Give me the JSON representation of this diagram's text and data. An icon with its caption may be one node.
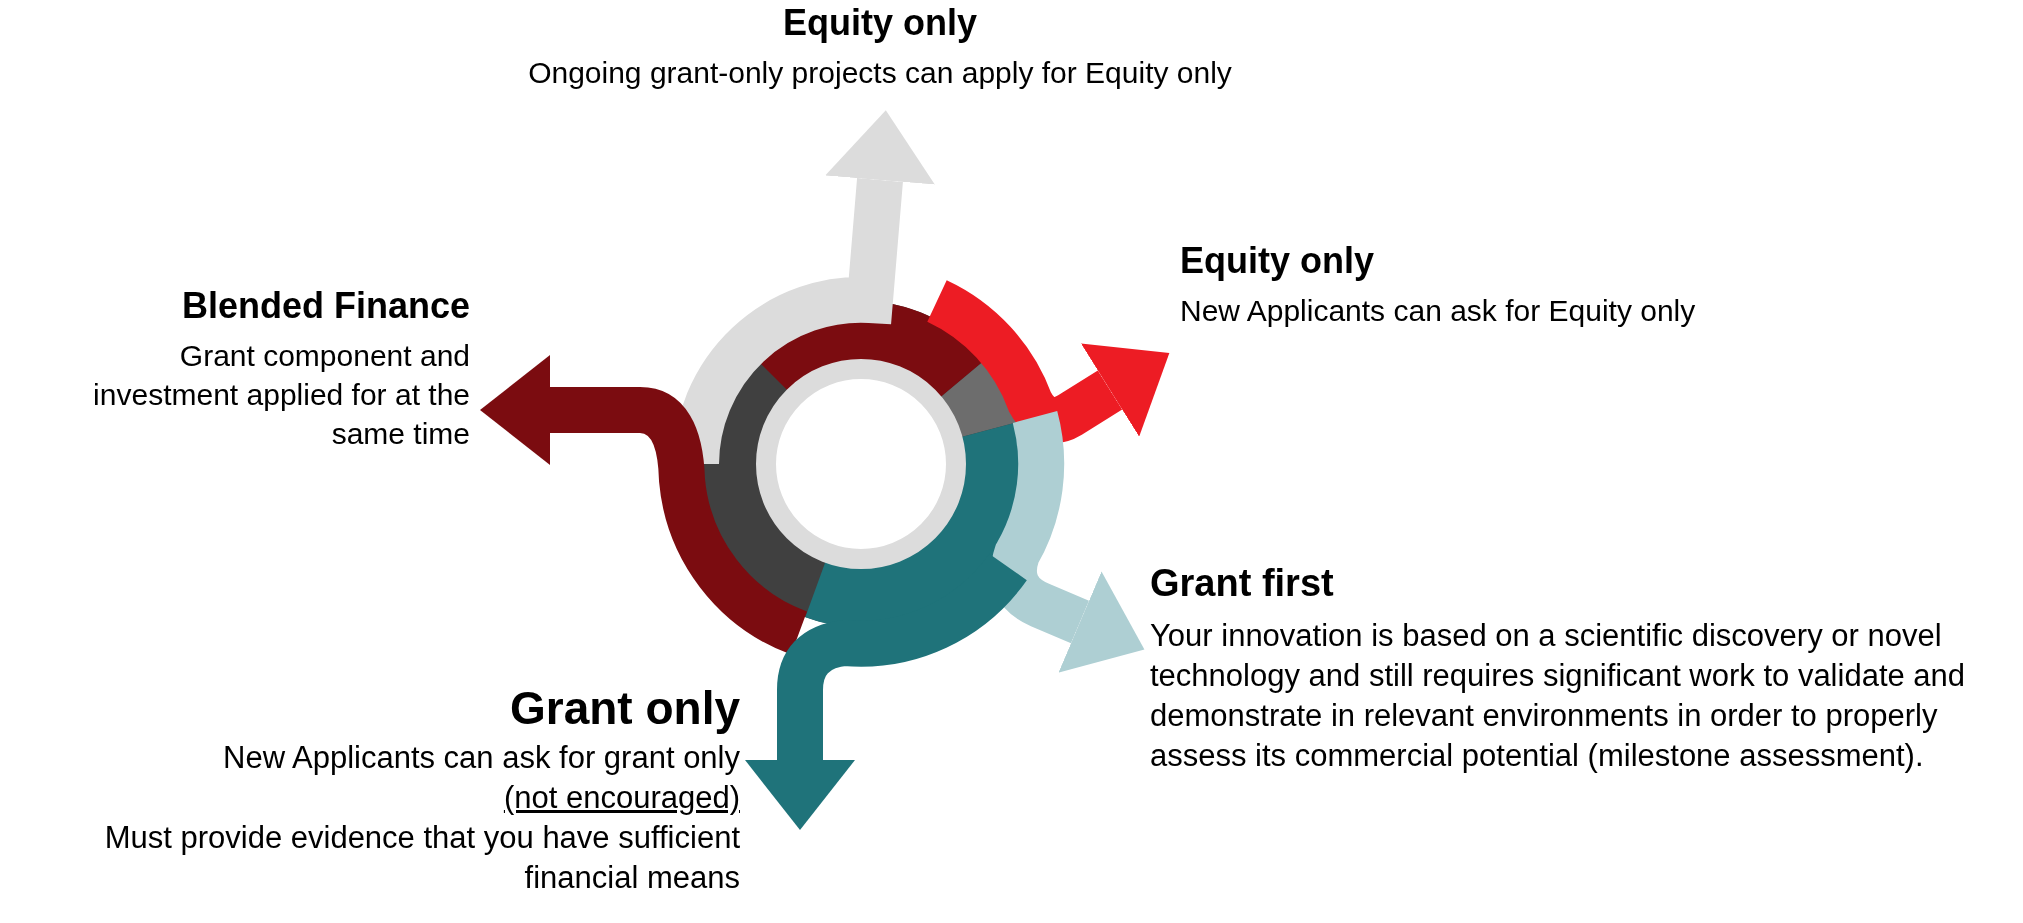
{
  "diagram": {
    "nodes": [
      {
        "text": [
          "Equity only",
          "Ongoing grant-only projects can apply for Equity only"
        ]
      },
      {
        "text": [
          "Equity only",
          "New Applicants can ask for Equity only"
        ]
      },
      {
        "text": [
          "Blended Finance",
          "Grant component and investment applied for at the same time"
        ]
      },
      {
        "text": [
          "Grant first",
          "Your innovation is based on a scientific discovery or novel technology and still requires significant work to validate and demonstrate in relevant environments in order to properly assess its commercial potential (milestone assessment)."
        ]
      },
      {
        "text": [
          "Grant only",
          "New Applicants can ask for grant only",
          "(not encouraged)",
          "Must provide evidence that you have sufficient financial means"
        ]
      }
    ],
    "edges": [
      {
        "from": null,
        "to": 0,
        "arrow": "to",
        "color": "#dcdcdc"
      },
      {
        "from": null,
        "to": 1,
        "arrow": "to",
        "color": "#ed1c24"
      },
      {
        "from": null,
        "to": 2,
        "arrow": "to",
        "color": "#7b0c10"
      },
      {
        "from": null,
        "to": 3,
        "arrow": "to",
        "color": "#aecfd3"
      },
      {
        "from": null,
        "to": 4,
        "arrow": "to",
        "color": "#1f737a"
      }
    ]
  }
}
